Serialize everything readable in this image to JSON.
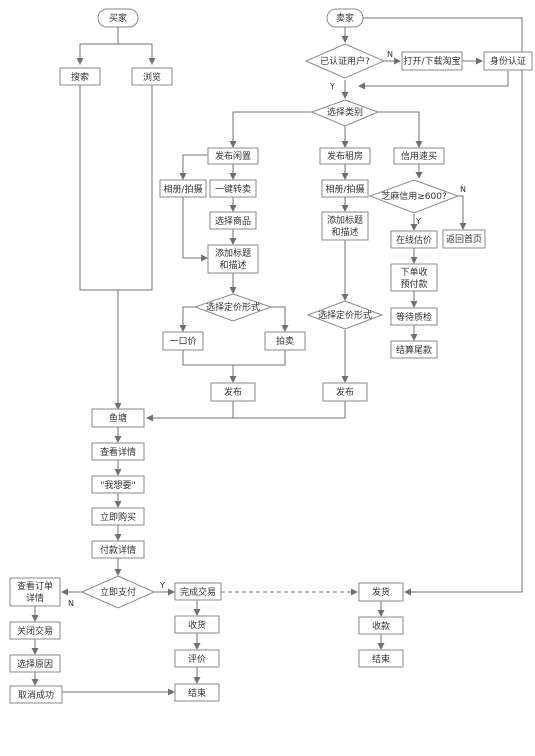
{
  "nodes": {
    "buyer": "买家",
    "seller": "卖家",
    "search": "搜索",
    "browse": "浏览",
    "certified_user": "已认证用户?",
    "open_taobao": "打开/下载淘宝",
    "identity_auth": "身份认证",
    "choose_category": "选择类别",
    "post_idle": "发布闲置",
    "post_rent": "发布租房",
    "credit_buy": "信用速买",
    "album_photo_1": "相册/拍摄",
    "one_click_resell": "一键转卖",
    "album_photo_2": "相册/拍摄",
    "sesame_credit": "芝麻信用≥600?",
    "select_goods": "选择商品",
    "add_title_1": [
      "添加标题",
      "和描述"
    ],
    "add_title_2": [
      "添加标题",
      "和描述"
    ],
    "online_estimate": "在线估价",
    "back_home": "返回首页",
    "order_prepay": [
      "下单收",
      "预付款"
    ],
    "choose_pricing_1": "选择定价形式",
    "choose_pricing_2": "选择定价形式",
    "wait_inspection": "等待质检",
    "settle_balance": "结算尾款",
    "fixed_price": "一口价",
    "auction": "拍卖",
    "publish_1": "发布",
    "publish_2": "发布",
    "fish_pond": "鱼塘",
    "view_details": "查看详情",
    "i_want_it": "\"我想要\"",
    "buy_now": "立即购买",
    "payment_details": "付款详情",
    "pay_now": "立即支付",
    "view_order": [
      "查看订单",
      "详情"
    ],
    "close_deal": "关闭交易",
    "select_reason": "选择原因",
    "cancel_success": "取消成功",
    "complete_deal": "完成交易",
    "receive_goods": "收货",
    "review": "评价",
    "end": "结束",
    "ship": "发货",
    "receive_payment": "收款",
    "end_seller": "结束"
  },
  "edge_labels": {
    "certified_no": "N",
    "certified_yes": "Y",
    "sesame_yes": "Y",
    "sesame_no": "N",
    "pay_no": "N",
    "pay_yes": "Y"
  }
}
